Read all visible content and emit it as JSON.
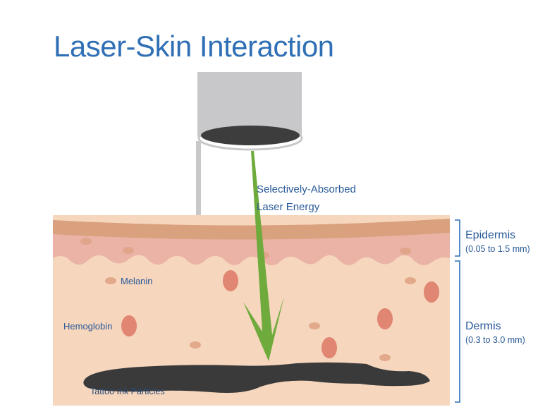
{
  "title": "Laser-Skin Interaction",
  "beam_label": {
    "line1": "Selectively-Absorbed",
    "line2": "Laser Energy"
  },
  "layers": {
    "epidermis": {
      "name": "Epidermis",
      "range": "(0.05 to 1.5 mm)"
    },
    "dermis": {
      "name": "Dermis",
      "range": "(0.3 to 3.0 mm)"
    }
  },
  "labels": {
    "melanin": "Melanin",
    "hemoglobin": "Hemoglobin",
    "ink": "Tattoo Ink Particles"
  },
  "colors": {
    "title": "#2f6fb5",
    "label_blue": "#2a5a98",
    "device_gray": "#c7c7c9",
    "lens": "#3b3b3b",
    "beam_green": "#6daa3b",
    "skin_top": "#d79e7a",
    "epidermis_pink": "#e9b2a6",
    "dermis": "#f5d5bb",
    "hemoglobin_red": "#e08672",
    "melanin_tan": "#e2a98a",
    "ink": "#3a3a3a"
  }
}
